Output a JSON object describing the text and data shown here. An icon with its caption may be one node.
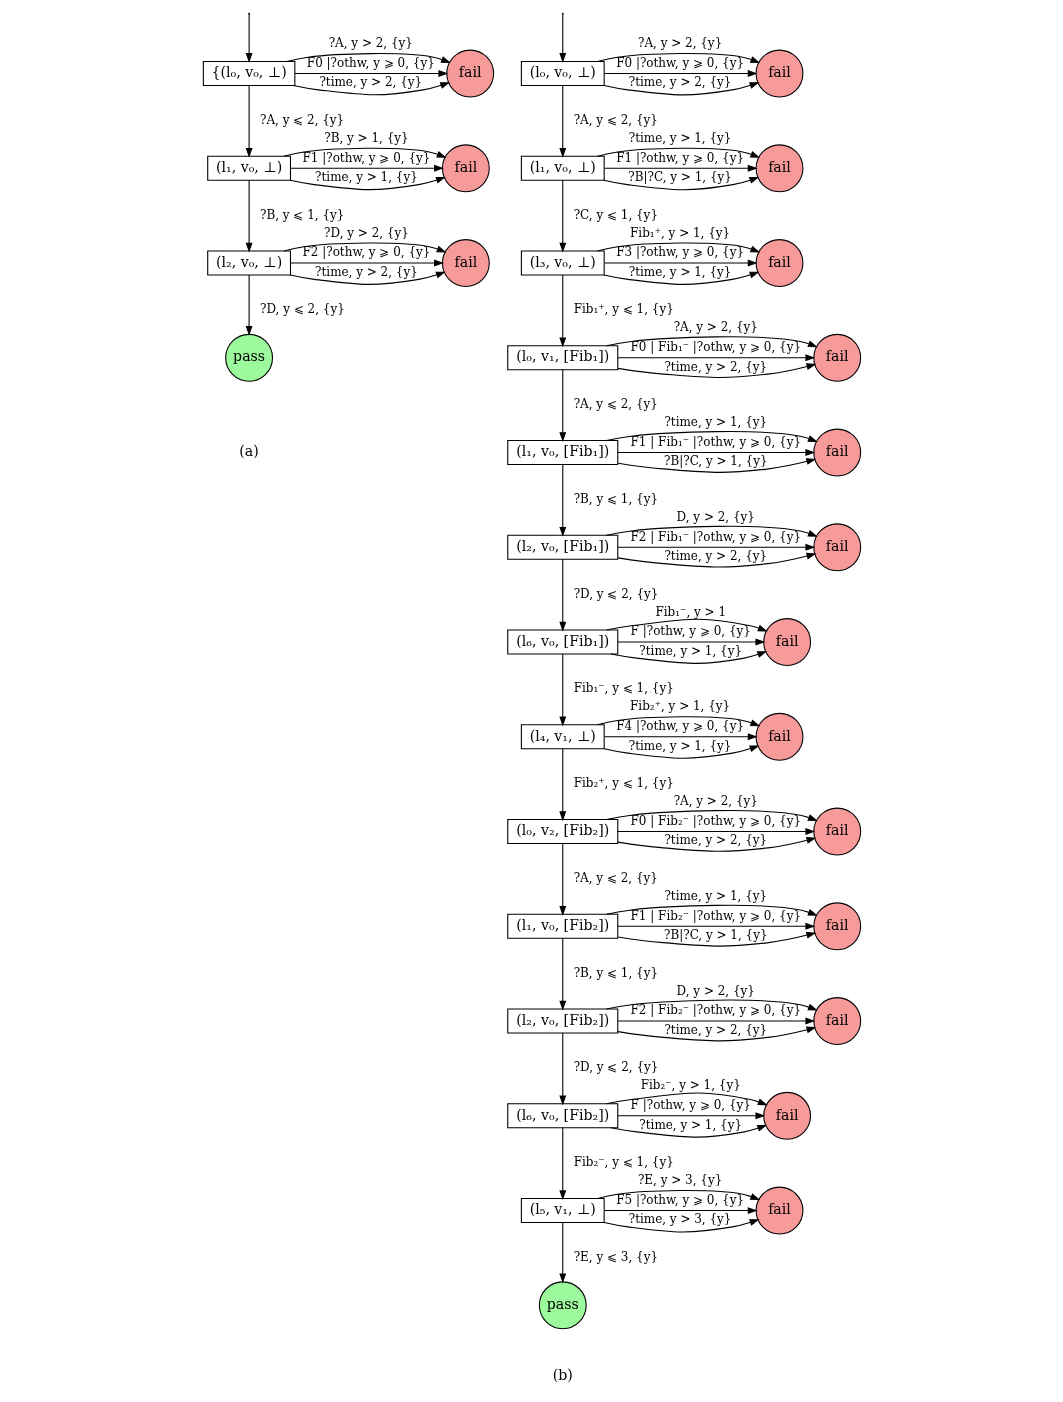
{
  "diagram": {
    "nodes": [
      {
        "text": [
          "{(l₀, v₀, ⊥)"
        ]
      },
      {
        "text": [
          "fail"
        ]
      },
      {
        "text": [
          "(l₁, v₀, ⊥)"
        ]
      },
      {
        "text": [
          "fail"
        ]
      },
      {
        "text": [
          "(l₂, v₀, ⊥)"
        ]
      },
      {
        "text": [
          "fail"
        ]
      },
      {
        "text": [
          "pass"
        ]
      },
      {
        "text": [
          "(l₀, v₀, ⊥)"
        ]
      },
      {
        "text": [
          "fail"
        ]
      },
      {
        "text": [
          "(l₁, v₀, ⊥)"
        ]
      },
      {
        "text": [
          "fail"
        ]
      },
      {
        "text": [
          "(l₃, v₀, ⊥)"
        ]
      },
      {
        "text": [
          "fail"
        ]
      },
      {
        "text": [
          "(l₀, v₁, [Fib₁])"
        ]
      },
      {
        "text": [
          "fail"
        ]
      },
      {
        "text": [
          "(l₁, v₀, [Fib₁])"
        ]
      },
      {
        "text": [
          "fail"
        ]
      },
      {
        "text": [
          "(l₂, v₀, [Fib₁])"
        ]
      },
      {
        "text": [
          "fail"
        ]
      },
      {
        "text": [
          "(l₆, v₀, [Fib₁])"
        ]
      },
      {
        "text": [
          "fail"
        ]
      },
      {
        "text": [
          "(l₄, v₁, ⊥)"
        ]
      },
      {
        "text": [
          "fail"
        ]
      },
      {
        "text": [
          "(l₀, v₂, [Fib₂])"
        ]
      },
      {
        "text": [
          "fail"
        ]
      },
      {
        "text": [
          "(l₁, v₀, [Fib₂])"
        ]
      },
      {
        "text": [
          "fail"
        ]
      },
      {
        "text": [
          "(l₂, v₀, [Fib₂])"
        ]
      },
      {
        "text": [
          "fail"
        ]
      },
      {
        "text": [
          "(l₆, v₀, [Fib₂])"
        ]
      },
      {
        "text": [
          "fail"
        ]
      },
      {
        "text": [
          "(l₅, v₁, ⊥)"
        ]
      },
      {
        "text": [
          "fail"
        ]
      },
      {
        "text": [
          "pass"
        ]
      }
    ],
    "edges": [
      {
        "from": null,
        "to": 0,
        "arrow": "to"
      },
      {
        "from": 0,
        "to": 1,
        "arrow": "to",
        "label": "F0 |?othw, y ⩾ 0, {y}"
      },
      {
        "from": 0,
        "to": 1,
        "arrow": "to",
        "label": "?time, y > 2, {y}"
      },
      {
        "from": 0,
        "to": 1,
        "arrow": "to",
        "label": "?A, y > 2, {y}"
      },
      {
        "from": 0,
        "to": 2,
        "arrow": "to",
        "label": "?A, y ⩽ 2, {y}"
      },
      {
        "from": 2,
        "to": 3,
        "arrow": "to",
        "label": "F1 |?othw, y ⩾ 0, {y}"
      },
      {
        "from": 2,
        "to": 3,
        "arrow": "to",
        "label": "?time, y > 1, {y}"
      },
      {
        "from": 2,
        "to": 3,
        "arrow": "to",
        "label": "?B, y > 1, {y}"
      },
      {
        "from": 2,
        "to": 4,
        "arrow": "to",
        "label": "?B, y ⩽ 1, {y}"
      },
      {
        "from": 4,
        "to": 5,
        "arrow": "to",
        "label": "F2 |?othw, y ⩾ 0, {y}"
      },
      {
        "from": 4,
        "to": 5,
        "arrow": "to",
        "label": "?time, y > 2, {y}"
      },
      {
        "from": 4,
        "to": 5,
        "arrow": "to",
        "label": "?D, y > 2, {y}"
      },
      {
        "from": 4,
        "to": 6,
        "arrow": "to",
        "label": "?D, y ⩽ 2, {y}"
      },
      {
        "from": null,
        "to": 7,
        "arrow": "to"
      },
      {
        "from": 7,
        "to": 8,
        "arrow": "to",
        "label": "F0 |?othw, y ⩾ 0, {y}"
      },
      {
        "from": 7,
        "to": 8,
        "arrow": "to",
        "label": "?time, y > 2, {y}"
      },
      {
        "from": 7,
        "to": 8,
        "arrow": "to",
        "label": "?A, y > 2, {y}"
      },
      {
        "from": 7,
        "to": 9,
        "arrow": "to",
        "label": "?A, y ⩽ 2, {y}"
      },
      {
        "from": 9,
        "to": 10,
        "arrow": "to",
        "label": "F1 |?othw, y ⩾ 0, {y}"
      },
      {
        "from": 9,
        "to": 10,
        "arrow": "to",
        "label": "?time, y > 1, {y}"
      },
      {
        "from": 9,
        "to": 10,
        "arrow": "to",
        "label": "?B|?C, y > 1, {y}"
      },
      {
        "from": 9,
        "to": 11,
        "arrow": "to",
        "label": "?C, y ⩽ 1, {y}"
      },
      {
        "from": 11,
        "to": 12,
        "arrow": "to",
        "label": "F3 |?othw, y ⩾ 0, {y}"
      },
      {
        "from": 11,
        "to": 12,
        "arrow": "to",
        "label": "?time, y > 1, {y}"
      },
      {
        "from": 11,
        "to": 12,
        "arrow": "to",
        "label": "Fib₁⁺, y > 1, {y}"
      },
      {
        "from": 11,
        "to": 13,
        "arrow": "to",
        "label": "Fib₁⁺, y ⩽ 1, {y}"
      },
      {
        "from": 13,
        "to": 14,
        "arrow": "to",
        "label": "F0 | Fib₁⁻ |?othw, y ⩾ 0, {y}"
      },
      {
        "from": 13,
        "to": 14,
        "arrow": "to",
        "label": "?time, y > 2, {y}"
      },
      {
        "from": 13,
        "to": 14,
        "arrow": "to",
        "label": "?A, y > 2, {y}"
      },
      {
        "from": 13,
        "to": 15,
        "arrow": "to",
        "label": "?A, y ⩽ 2, {y}"
      },
      {
        "from": 15,
        "to": 16,
        "arrow": "to",
        "label": "F1 | Fib₁⁻ |?othw, y ⩾ 0, {y}"
      },
      {
        "from": 15,
        "to": 16,
        "arrow": "to",
        "label": "?time, y > 1, {y}"
      },
      {
        "from": 15,
        "to": 16,
        "arrow": "to",
        "label": "?B|?C, y > 1, {y}"
      },
      {
        "from": 15,
        "to": 17,
        "arrow": "to",
        "label": "?B, y ⩽ 1, {y}"
      },
      {
        "from": 17,
        "to": 18,
        "arrow": "to",
        "label": "F2 | Fib₁⁻ |?othw, y ⩾ 0, {y}"
      },
      {
        "from": 17,
        "to": 18,
        "arrow": "to",
        "label": "?time, y > 2, {y}"
      },
      {
        "from": 17,
        "to": 18,
        "arrow": "to",
        "label": "D, y > 2, {y}"
      },
      {
        "from": 17,
        "to": 19,
        "arrow": "to",
        "label": "?D, y ⩽ 2, {y}"
      },
      {
        "from": 19,
        "to": 20,
        "arrow": "to",
        "label": "F |?othw, y ⩾ 0, {y}"
      },
      {
        "from": 19,
        "to": 20,
        "arrow": "to",
        "label": "?time, y > 1, {y}"
      },
      {
        "from": 19,
        "to": 20,
        "arrow": "to",
        "label": "Fib₁⁻, y > 1"
      },
      {
        "from": 19,
        "to": 21,
        "arrow": "to",
        "label": "Fib₁⁻, y ⩽ 1, {y}"
      },
      {
        "from": 21,
        "to": 22,
        "arrow": "to",
        "label": "F4 |?othw, y ⩾ 0, {y}"
      },
      {
        "from": 21,
        "to": 22,
        "arrow": "to",
        "label": "?time, y > 1, {y}"
      },
      {
        "from": 21,
        "to": 22,
        "arrow": "to",
        "label": "Fib₂⁺, y > 1, {y}"
      },
      {
        "from": 21,
        "to": 23,
        "arrow": "to",
        "label": "Fib₂⁺, y ⩽ 1, {y}"
      },
      {
        "from": 23,
        "to": 24,
        "arrow": "to",
        "label": "F0 | Fib₂⁻ |?othw, y ⩾ 0, {y}"
      },
      {
        "from": 23,
        "to": 24,
        "arrow": "to",
        "label": "?time, y > 2, {y}"
      },
      {
        "from": 23,
        "to": 24,
        "arrow": "to",
        "label": "?A, y > 2, {y}"
      },
      {
        "from": 23,
        "to": 25,
        "arrow": "to",
        "label": "?A, y ⩽ 2, {y}"
      },
      {
        "from": 25,
        "to": 26,
        "arrow": "to",
        "label": "F1 | Fib₂⁻ |?othw, y ⩾ 0, {y}"
      },
      {
        "from": 25,
        "to": 26,
        "arrow": "to",
        "label": "?time, y > 1, {y}"
      },
      {
        "from": 25,
        "to": 26,
        "arrow": "to",
        "label": "?B|?C, y > 1, {y}"
      },
      {
        "from": 25,
        "to": 27,
        "arrow": "to",
        "label": "?B, y ⩽ 1, {y}"
      },
      {
        "from": 27,
        "to": 28,
        "arrow": "to",
        "label": "F2 | Fib₂⁻ |?othw, y ⩾ 0, {y}"
      },
      {
        "from": 27,
        "to": 28,
        "arrow": "to",
        "label": "?time, y > 2, {y}"
      },
      {
        "from": 27,
        "to": 28,
        "arrow": "to",
        "label": "D, y > 2, {y}"
      },
      {
        "from": 27,
        "to": 29,
        "arrow": "to",
        "label": "?D, y ⩽ 2, {y}"
      },
      {
        "from": 29,
        "to": 30,
        "arrow": "to",
        "label": "F |?othw, y ⩾ 0, {y}"
      },
      {
        "from": 29,
        "to": 30,
        "arrow": "to",
        "label": "?time, y > 1, {y}"
      },
      {
        "from": 29,
        "to": 30,
        "arrow": "to",
        "label": "Fib₂⁻, y > 1, {y}"
      },
      {
        "from": 29,
        "to": 31,
        "arrow": "to",
        "label": "Fib₂⁻, y ⩽ 1, {y}"
      },
      {
        "from": 31,
        "to": 32,
        "arrow": "to",
        "label": "F5 |?othw, y ⩾ 0, {y}"
      },
      {
        "from": 31,
        "to": 32,
        "arrow": "to",
        "label": "?time, y > 3, {y}"
      },
      {
        "from": 31,
        "to": 32,
        "arrow": "to",
        "label": "?E, y > 3, {y}"
      },
      {
        "from": 31,
        "to": 33,
        "arrow": "to",
        "label": "?E, y ⩽ 3, {y}"
      }
    ],
    "labels": [
      "(a)",
      "(b)"
    ]
  }
}
